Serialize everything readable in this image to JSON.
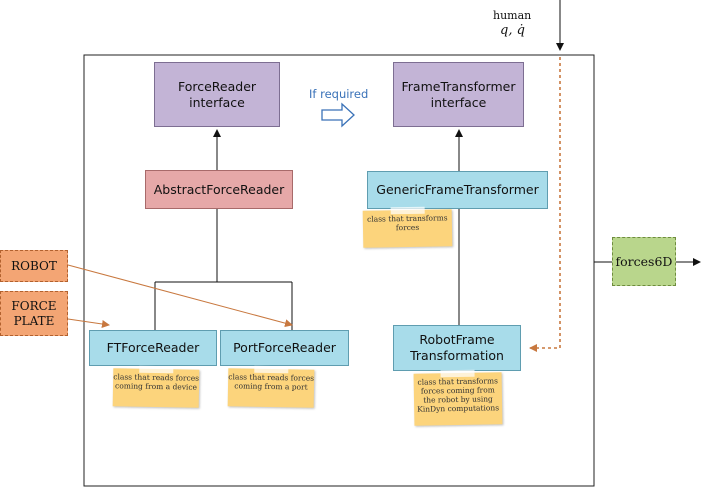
{
  "boxes": {
    "force_reader_interface": "ForceReader\ninterface",
    "frame_transformer_interface": "FrameTransformer\ninterface",
    "abstract_force_reader": "AbstractForceReader",
    "generic_frame_transformer": "GenericFrameTransformer",
    "ft_force_reader": "FTForceReader",
    "port_force_reader": "PortForceReader",
    "robot_frame_transformation": "RobotFrame\nTransformation",
    "forces6d": "forces6D",
    "robot": "ROBOT",
    "force_plate": "FORCE\nPLATE"
  },
  "labels": {
    "if_required": "If required",
    "human": "human",
    "human_q": "q, q̇"
  },
  "notes": {
    "generic": "class that transforms\nforces",
    "ft": "class that reads forces\ncoming from a device",
    "port": "class that reads forces\ncoming from a port",
    "robot_frame": "class that transforms\nforces coming from\nthe robot by using\nKinDyn computations"
  },
  "colors": {
    "purple": "#c3b4d6",
    "pink": "#e6a8a8",
    "blue": "#a8dcea",
    "green": "#b9d68c",
    "orange": "#f3a574",
    "note": "#fcd47c",
    "arrow_orange": "#c8783f",
    "if_required_blue": "#3a72b8"
  }
}
